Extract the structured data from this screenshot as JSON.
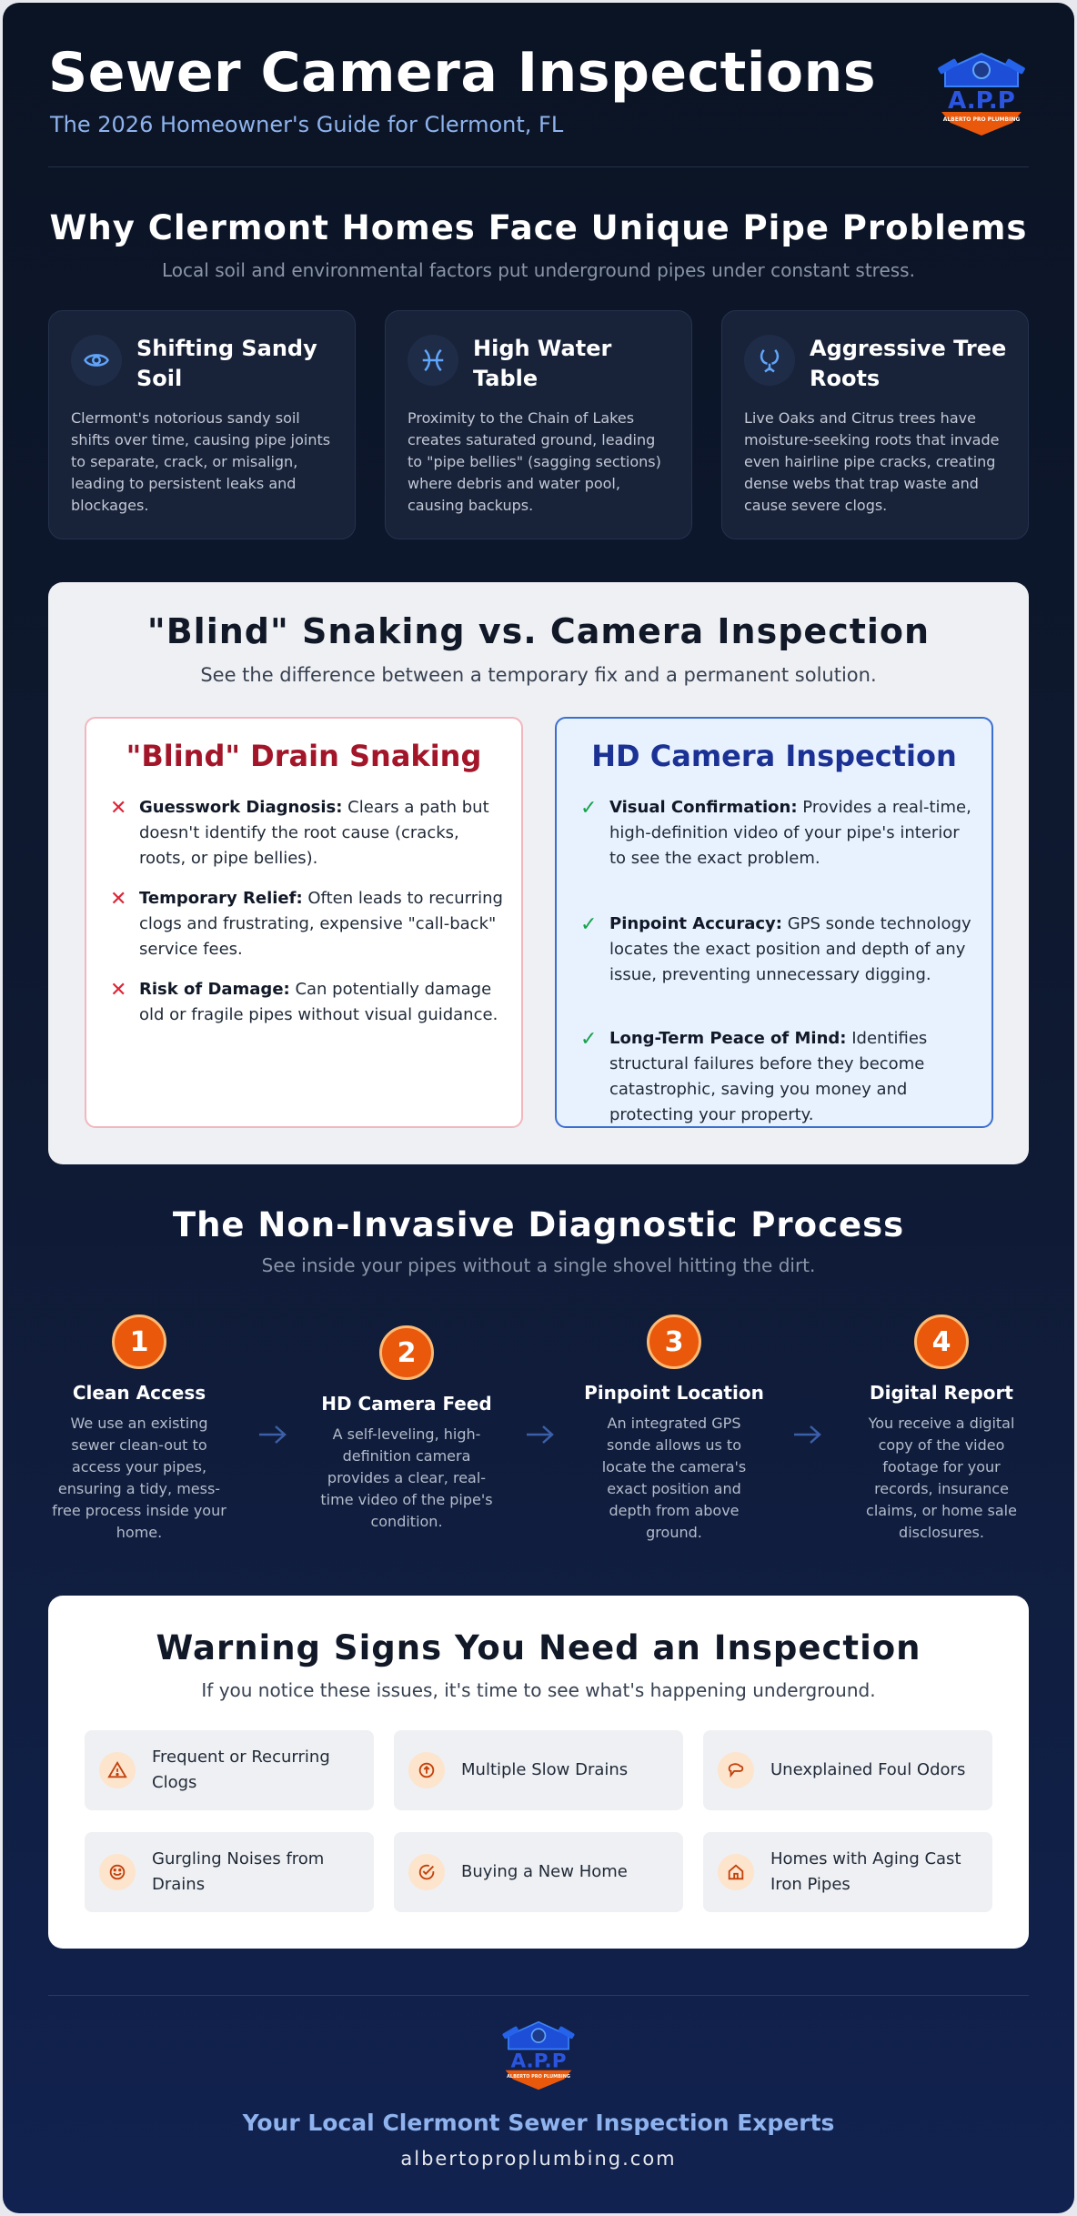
{
  "header": {
    "title": "Sewer Camera Inspections",
    "subtitle": "The 2026 Homeowner's Guide for Clermont, FL",
    "logo_text": "A.P.P",
    "logo_tagline": "ALBERTO PRO PLUMBING"
  },
  "factors": {
    "heading": "Why Clermont Homes Face Unique Pipe Problems",
    "subheading": "Local soil and environmental factors put underground pipes under constant stress.",
    "cards": [
      {
        "icon": "eye-icon",
        "title": "Shifting Sandy Soil",
        "body": "Clermont's notorious sandy soil shifts over time, causing pipe joints to separate, crack, or misalign, leading to persistent leaks and blockages."
      },
      {
        "icon": "water-level-icon",
        "title": "High Water Table",
        "body": "Proximity to the Chain of Lakes creates saturated ground, leading to \"pipe bellies\" (sagging sections) where debris and water pool, causing backups."
      },
      {
        "icon": "tree-roots-icon",
        "title": "Aggressive Tree Roots",
        "body": "Live Oaks and Citrus trees have moisture-seeking roots that invade even hairline pipe cracks, creating dense webs that trap waste and cause severe clogs."
      }
    ]
  },
  "comparison": {
    "heading": "\"Blind\" Snaking vs. Camera Inspection",
    "subheading": "See the difference between a temporary fix and a permanent solution.",
    "blind": {
      "title": "\"Blind\" Drain Snaking",
      "mark": "✕",
      "items": [
        {
          "label": "Guesswork Diagnosis:",
          "text": " Clears a path but doesn't identify the root cause (cracks, roots, or pipe bellies)."
        },
        {
          "label": "Temporary Relief:",
          "text": " Often leads to recurring clogs and frustrating, expensive \"call-back\" service fees."
        },
        {
          "label": "Risk of Damage:",
          "text": " Can potentially damage old or fragile pipes without visual guidance."
        }
      ]
    },
    "camera": {
      "title": "HD Camera Inspection",
      "mark": "✓",
      "items": [
        {
          "label": "Visual Confirmation:",
          "text": " Provides a real-time, high-definition video of your pipe's interior to see the exact problem."
        },
        {
          "label": "Pinpoint Accuracy:",
          "text": " GPS sonde technology locates the exact position and depth of any issue, preventing unnecessary digging."
        },
        {
          "label": "Long-Term Peace of Mind:",
          "text": " Identifies structural failures before they become catastrophic, saving you money and protecting your property."
        }
      ]
    }
  },
  "process": {
    "heading": "The Non-Invasive Diagnostic Process",
    "subheading": "See inside your pipes without a single shovel hitting the dirt.",
    "steps": [
      {
        "number": "1",
        "title": "Clean Access",
        "body": "We use an existing sewer clean-out to access your pipes, ensuring a tidy, mess-free process inside your home."
      },
      {
        "number": "2",
        "title": "HD Camera Feed",
        "body": "A self-leveling, high-definition camera provides a clear, real-time video of the pipe's condition."
      },
      {
        "number": "3",
        "title": "Pinpoint Location",
        "body": "An integrated GPS sonde allows us to locate the camera's exact position and depth from above ground."
      },
      {
        "number": "4",
        "title": "Digital Report",
        "body": "You receive a digital copy of the video footage for your records, insurance claims, or home sale disclosures."
      }
    ]
  },
  "warnings": {
    "heading": "Warning Signs You Need an Inspection",
    "subheading": "If you notice these issues, it's time to see what's happening underground.",
    "items": [
      {
        "icon": "warning-triangle-icon",
        "text": "Frequent or Recurring Clogs"
      },
      {
        "icon": "slow-drain-icon",
        "text": "Multiple Slow Drains"
      },
      {
        "icon": "odor-icon",
        "text": "Unexplained Foul Odors"
      },
      {
        "icon": "gurgle-icon",
        "text": "Gurgling Noises from Drains"
      },
      {
        "icon": "check-circle-icon",
        "text": "Buying a New Home"
      },
      {
        "icon": "home-icon",
        "text": "Homes with Aging Cast Iron Pipes"
      }
    ]
  },
  "footer": {
    "tagline": "Your Local Clermont Sewer Inspection Experts",
    "url": "albertoproplumbing.com"
  },
  "colors": {
    "accent_orange": "#ea580c",
    "light_blue": "#8fb3ee",
    "negative_red": "#a3162a",
    "positive_blue": "#1b3294",
    "check_green": "#16a34a"
  }
}
